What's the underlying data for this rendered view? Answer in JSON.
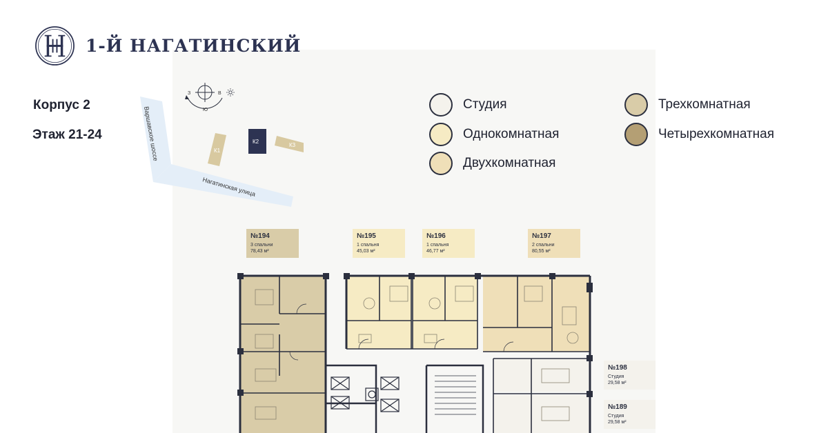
{
  "brand": {
    "name": "1-Й НАГАТИНСКИЙ",
    "logo_icon": "monogram-seal-icon"
  },
  "building": {
    "label": "Корпус 2",
    "floor": "Этаж 21-24"
  },
  "sitemap": {
    "compass": {
      "west": "З",
      "south": "Ю",
      "east": "В"
    },
    "roads": {
      "main_highway": "Варшавское шоссе",
      "street": "Нагатинская улица"
    },
    "buildings": [
      {
        "label": "К1",
        "color": "#d8c9a0"
      },
      {
        "label": "К2",
        "color": "#2d3352"
      },
      {
        "label": "К3",
        "color": "#d8c9a0"
      }
    ]
  },
  "legend": {
    "items": [
      {
        "label": "Студия",
        "color": "#f4f2ec"
      },
      {
        "label": "Однокомнатная",
        "color": "#f6ebc4"
      },
      {
        "label": "Двухкомнатная",
        "color": "#efdfb8"
      },
      {
        "label": "Трехкомнатная",
        "color": "#d9cca8"
      },
      {
        "label": "Четырехкомнатная",
        "color": "#b49f74"
      }
    ]
  },
  "apartments": [
    {
      "number": "№194",
      "rooms": "3 спальни",
      "area": "78,43 м²",
      "color": "#d9cca8"
    },
    {
      "number": "№195",
      "rooms": "1 спальня",
      "area": "45,03 м²",
      "color": "#f6ebc4"
    },
    {
      "number": "№196",
      "rooms": "1 спальня",
      "area": "46,77 м²",
      "color": "#f6ebc4"
    },
    {
      "number": "№197",
      "rooms": "2 спальни",
      "area": "80,55 м²",
      "color": "#efdfb8"
    },
    {
      "number": "№198",
      "rooms": "Студия",
      "area": "29,58 м²",
      "color": "#f4f2ec"
    },
    {
      "number": "№189",
      "rooms": "Студия",
      "area": "29,58 м²",
      "color": "#f4f2ec"
    }
  ]
}
